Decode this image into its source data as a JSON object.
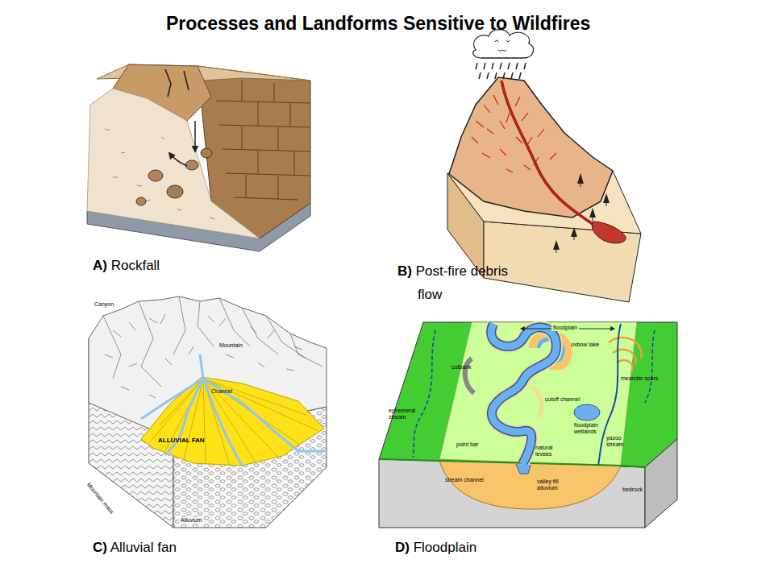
{
  "diagram": {
    "title": "Processes and Landforms Sensitive to Wildfires",
    "labels": [
      "A) Rockfall",
      "B) Post-fire debris flow",
      "C) Alluvial fan",
      "D) Floodplain",
      "Canyon",
      "Mountain",
      "Channel",
      "ALLUVIAL FAN",
      "Mountain mass",
      "Alluvium",
      "floodplain",
      "oxbow lake",
      "meander scars",
      "cutbank",
      "cutoff channel",
      "ephemeral stream",
      "floodplain wetlands",
      "point bar",
      "yazoo stream",
      "natural levees",
      "stream channel",
      "valley fill alluvium",
      "bedrock"
    ]
  }
}
